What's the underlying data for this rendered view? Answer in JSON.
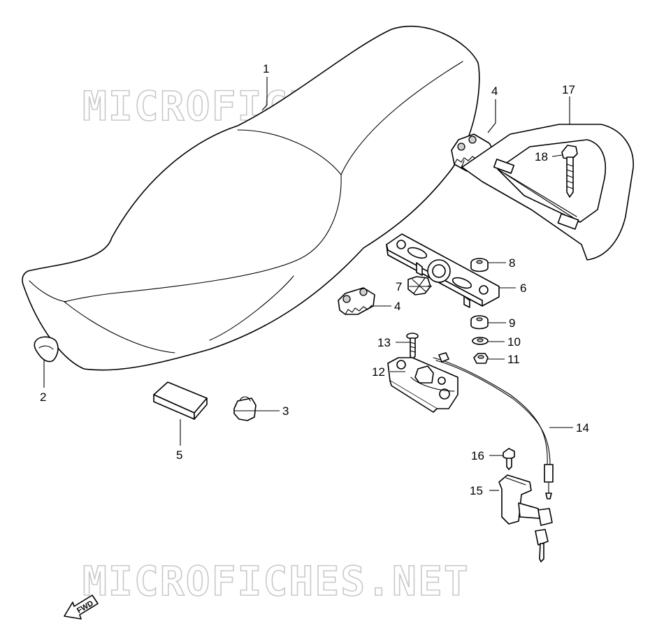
{
  "watermark": {
    "text": "MICROFICHES.NET",
    "color": "#c9c9c9"
  },
  "direction_marker": {
    "label": "FWD",
    "icon": "arrow-left-icon"
  },
  "callouts": [
    {
      "id": "c1",
      "label": "1"
    },
    {
      "id": "c2",
      "label": "2"
    },
    {
      "id": "c3",
      "label": "3"
    },
    {
      "id": "c4a",
      "label": "4"
    },
    {
      "id": "c4b",
      "label": "4"
    },
    {
      "id": "c5",
      "label": "5"
    },
    {
      "id": "c6",
      "label": "6"
    },
    {
      "id": "c7",
      "label": "7"
    },
    {
      "id": "c8",
      "label": "8"
    },
    {
      "id": "c9",
      "label": "9"
    },
    {
      "id": "c10",
      "label": "10"
    },
    {
      "id": "c11",
      "label": "11"
    },
    {
      "id": "c12",
      "label": "12"
    },
    {
      "id": "c13",
      "label": "13"
    },
    {
      "id": "c14",
      "label": "14"
    },
    {
      "id": "c15",
      "label": "15"
    },
    {
      "id": "c16",
      "label": "16"
    },
    {
      "id": "c17",
      "label": "17"
    },
    {
      "id": "c18",
      "label": "18"
    }
  ]
}
